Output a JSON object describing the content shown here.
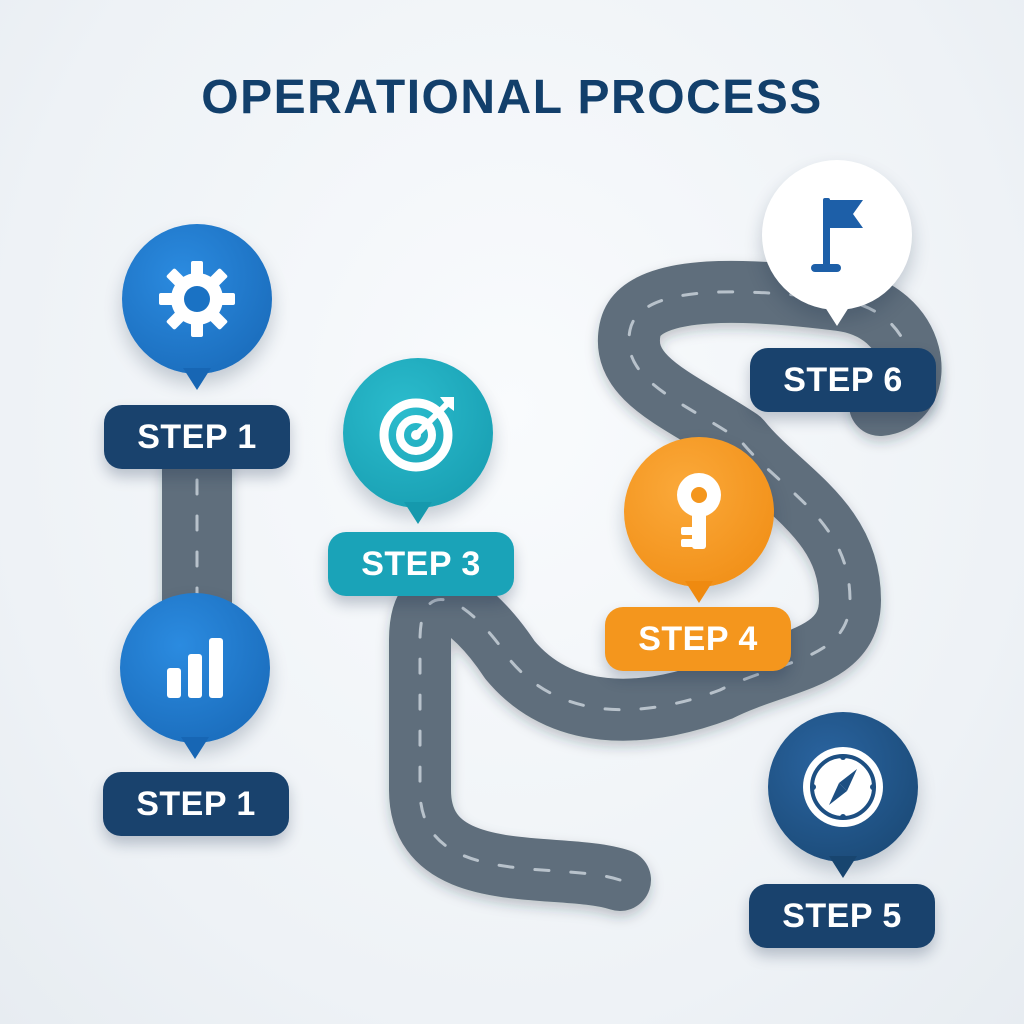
{
  "title": "OPERATIONAL PROCESS",
  "steps": [
    {
      "label": "STEP 1",
      "icon": "gear-icon",
      "color": "#1a72c4"
    },
    {
      "label": "STEP 1",
      "icon": "bar-chart-icon",
      "color": "#1a72c4"
    },
    {
      "label": "STEP 3",
      "icon": "target-icon",
      "color": "#1aa3b8"
    },
    {
      "label": "STEP 4",
      "icon": "key-icon",
      "color": "#f4961d"
    },
    {
      "label": "STEP 5",
      "icon": "compass-icon",
      "color": "#1d4f82"
    },
    {
      "label": "STEP 6",
      "icon": "flag-icon",
      "color": "#ffffff"
    }
  ],
  "colors": {
    "title": "#123f6b",
    "road": "#5f6e7b",
    "road_dash": "#b8c2cb",
    "pill_navy": "#19426d",
    "pill_teal": "#1aa3b8",
    "pill_orange": "#f4961d"
  }
}
